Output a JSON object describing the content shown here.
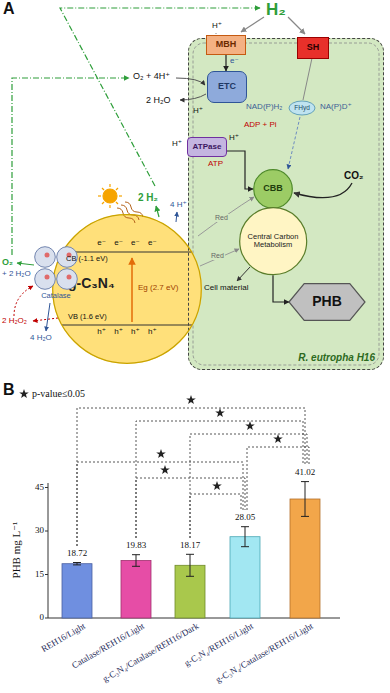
{
  "diagram": {
    "nodes": [
      {
        "text": [
          "R. eutropha H16"
        ]
      },
      {
        "text": [
          "MBH"
        ],
        "in": 0
      },
      {
        "text": [
          "SH"
        ],
        "in": 0
      },
      {
        "text": [
          "ETC"
        ],
        "in": 0
      },
      {
        "text": [
          "ATPase"
        ],
        "in": 0
      },
      {
        "text": [
          "CBB"
        ],
        "in": 0
      },
      {
        "text": [
          "Central Carbon Metabolism"
        ],
        "in": 0
      },
      {
        "text": [
          "PHB"
        ],
        "in": 0
      },
      {
        "text": [
          "g-C₃N₄"
        ]
      },
      {
        "text": [
          "Catalase"
        ]
      }
    ],
    "edges": [
      {
        "from": 1,
        "to": 3,
        "arrow": "to"
      },
      {
        "from": 4,
        "to": 5,
        "arrow": "to"
      },
      {
        "from": 6,
        "to": 7,
        "arrow": "to"
      }
    ],
    "labels": [
      "A",
      "H₂",
      "H⁺",
      "e⁻",
      "O₂ + 4H⁺",
      "2 H₂O",
      "H⁺",
      "NAD(P)H₂",
      "FHyd",
      "NA(P)D⁺",
      "ADP + Pi",
      "H⁺",
      "H⁺",
      "ATP",
      "CO₂",
      "2 H₂",
      "4 H⁺",
      "Red",
      "Red",
      "Cell material",
      "e⁻ e⁻ e⁻ e⁻",
      "CB (-1.1 eV)",
      "VB (1.6 eV)",
      "h⁺ h⁺ h⁺ h⁺",
      "Eg (2.7 eV)",
      "O₂",
      "+ 2 H₂O",
      "2 H₂O₂",
      "4 H₂O",
      "B",
      "PHB mg L⁻¹",
      "0",
      "15",
      "30",
      "45",
      "18.72",
      "19.83",
      "18.17",
      "28.05",
      "41.02",
      "REH16/Light",
      "Catalase/REH16/Light",
      "g-C₃N₄/Catalase/REH16/Dark",
      "g-C₃N₄/REH16/Light",
      "g-C₃N₄/Catalase/REH16/Light"
    ],
    "legend": [
      {
        "text": "p-value≤0.05"
      }
    ]
  }
}
